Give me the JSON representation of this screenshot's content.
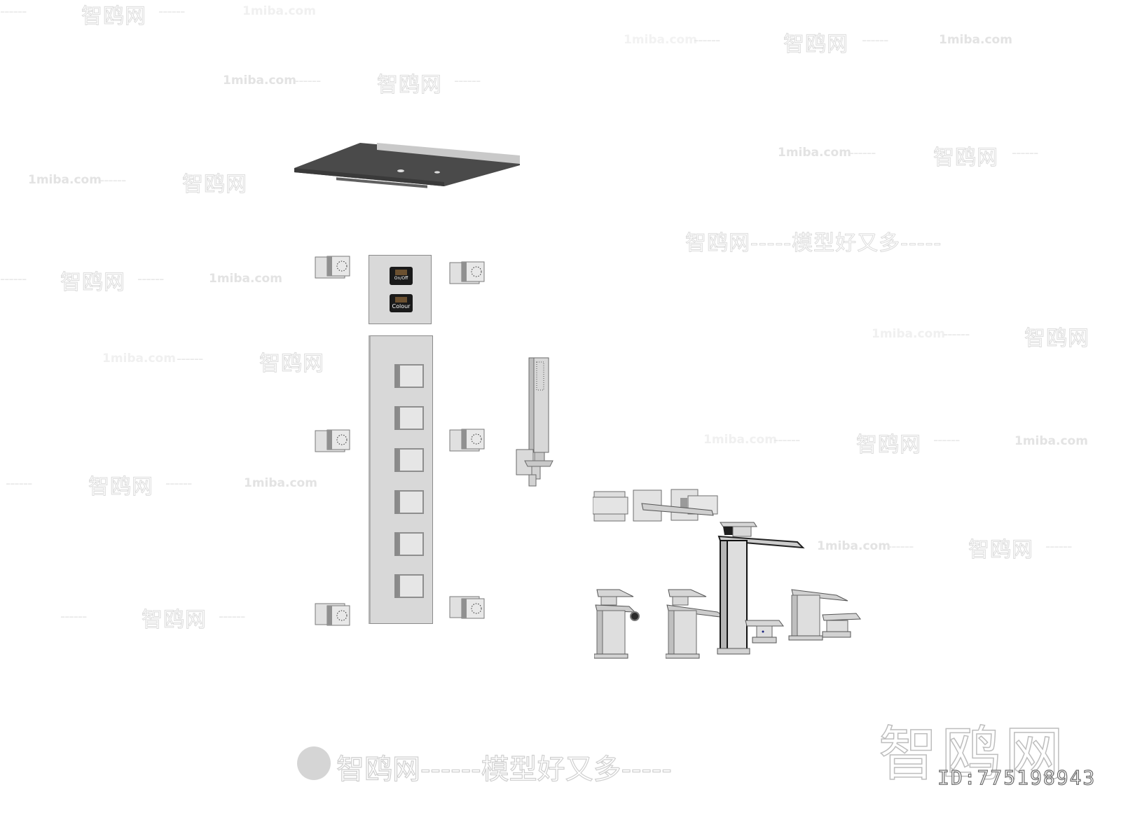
{
  "scene": {
    "description": "3D model render of a bathroom shower and faucet set on white background",
    "background_color": "#ffffff",
    "objects": [
      {
        "name": "rain-shower-head",
        "color": "#4a4a4a"
      },
      {
        "name": "control-panel",
        "buttons": [
          "On/Off",
          "Colour"
        ]
      },
      {
        "name": "valve-panel",
        "valve_count": 6
      },
      {
        "name": "body-jets",
        "count": 6
      },
      {
        "name": "hand-shower"
      },
      {
        "name": "wall-mounted-mixer-set"
      },
      {
        "name": "bidet-mixer"
      },
      {
        "name": "basin-mixer"
      },
      {
        "name": "tall-basin-mixer"
      },
      {
        "name": "three-hole-mixer-set"
      }
    ]
  },
  "control_panel": {
    "button1": "On/Off",
    "button2": "Colour"
  },
  "watermarks": {
    "brand_cn": "智鸥网",
    "site": "1miba.com",
    "slogan": "智鸥网------模型好又多-----",
    "dashes": "------",
    "slogan_long": "智鸥网-----模型好又多-----"
  },
  "footer": {
    "logo": "智鸥网",
    "id_label": "ID:775198943"
  }
}
